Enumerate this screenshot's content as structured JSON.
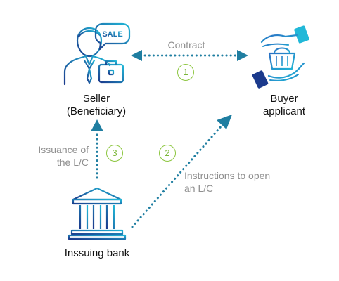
{
  "nodes": {
    "seller": {
      "line1": "Seller",
      "line2": "(Beneficiary)"
    },
    "buyer": {
      "line1": "Buyer",
      "line2": "applicant"
    },
    "bank": {
      "label": "Inssuing bank"
    }
  },
  "edges": {
    "contract": {
      "label": "Contract",
      "step": "1"
    },
    "instructions": {
      "line1": "Instructions to open",
      "line2": "an L/C",
      "step": "2"
    },
    "issuance": {
      "line1": "Issuance of",
      "line2": "the L/C",
      "step": "3"
    }
  },
  "icons": {
    "sale_tag": "SALE",
    "seller": "seller-icon",
    "buyer": "buyer-hands-basket-icon",
    "bank": "bank-building-icon"
  },
  "colors": {
    "arrow": "#1f7ea1",
    "icon_gradient_start": "#1b3a8c",
    "icon_gradient_end": "#21b8d8",
    "step_circle": "#8cc63f",
    "muted_text": "#8f8f8f"
  }
}
